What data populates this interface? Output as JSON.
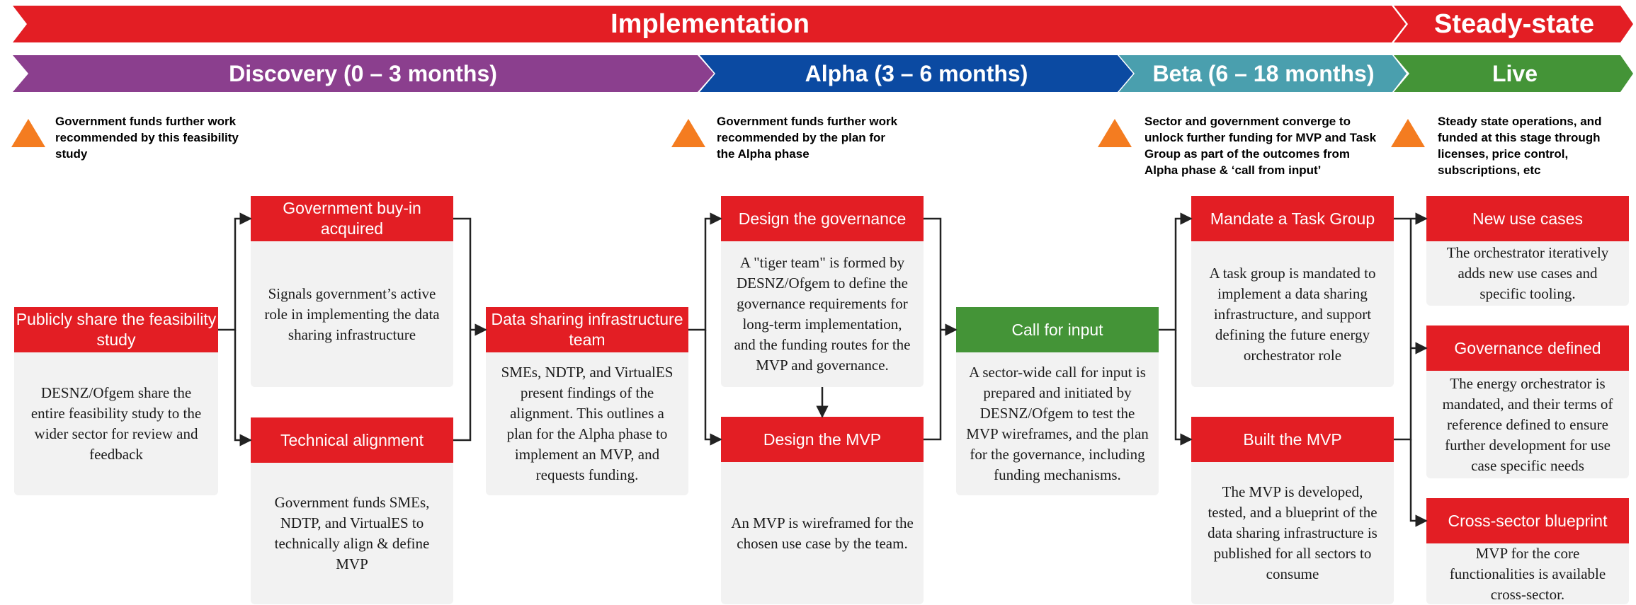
{
  "banners": {
    "implementation": "Implementation",
    "steady_state": "Steady-state",
    "discovery": "Discovery (0 – 3 months)",
    "alpha": "Alpha (3 – 6 months)",
    "beta": "Beta (6 – 18 months)",
    "live": "Live"
  },
  "colors": {
    "red": "#e31e24",
    "purple": "#8b3f8e",
    "blue": "#0b4aa2",
    "teal": "#4a9fae",
    "green": "#449437",
    "orange": "#f47c20",
    "box_bg": "#f2f2f2"
  },
  "notes": {
    "discovery": "Government funds further work recommended by this feasibility study",
    "alpha": "Government funds further work recommended by the plan for the Alpha phase",
    "beta": "Sector and government converge to unlock further funding for MVP and Task Group as part of the outcomes from Alpha phase & ‘call from input’",
    "live": "Steady state operations, and funded at this stage through licenses, price control, subscriptions, etc"
  },
  "stages": {
    "publicly_share": {
      "title": "Publicly share the feasibility study",
      "body": "DESNZ/Ofgem share the entire feasibility study to the wider sector for review and feedback"
    },
    "gov_buy_in": {
      "title": "Government buy-in acquired",
      "body": "Signals government’s active role in implementing the data sharing infrastructure"
    },
    "technical_alignment": {
      "title": "Technical alignment",
      "body": "Government funds SMEs, NDTP, and VirtualES to technically align & define MVP"
    },
    "data_sharing_team": {
      "title": "Data sharing infrastructure team",
      "body": "SMEs, NDTP, and VirtualES present findings of the alignment. This outlines a plan for the Alpha phase to implement an MVP, and requests funding."
    },
    "design_governance": {
      "title": "Design the governance",
      "body": "A \"tiger team\" is formed by DESNZ/Ofgem to define the governance requirements for long-term implementation, and the funding routes for the MVP and governance."
    },
    "design_mvp": {
      "title": "Design the MVP",
      "body": "An MVP is wireframed for the chosen use case by the team."
    },
    "call_for_input": {
      "title": "Call for input",
      "body": "A sector-wide call for input is prepared and initiated by DESNZ/Ofgem to test the MVP wireframes, and the plan for the governance, including funding mechanisms."
    },
    "mandate_task_group": {
      "title": "Mandate a Task Group",
      "body": "A task group is mandated to implement a data sharing infrastructure, and support defining the future energy orchestrator role"
    },
    "built_mvp": {
      "title": "Built the MVP",
      "body": "The MVP is developed, tested, and a blueprint of the data sharing infrastructure is published for all sectors to consume"
    },
    "new_use_cases": {
      "title": "New use cases",
      "body": "The orchestrator iteratively adds new use cases and specific tooling."
    },
    "governance_defined": {
      "title": "Governance defined",
      "body": "The energy orchestrator is mandated, and their terms of reference defined to ensure further development for use case specific needs"
    },
    "cross_sector": {
      "title": "Cross-sector blueprint",
      "body": "MVP for the core functionalities is available cross-sector."
    }
  }
}
